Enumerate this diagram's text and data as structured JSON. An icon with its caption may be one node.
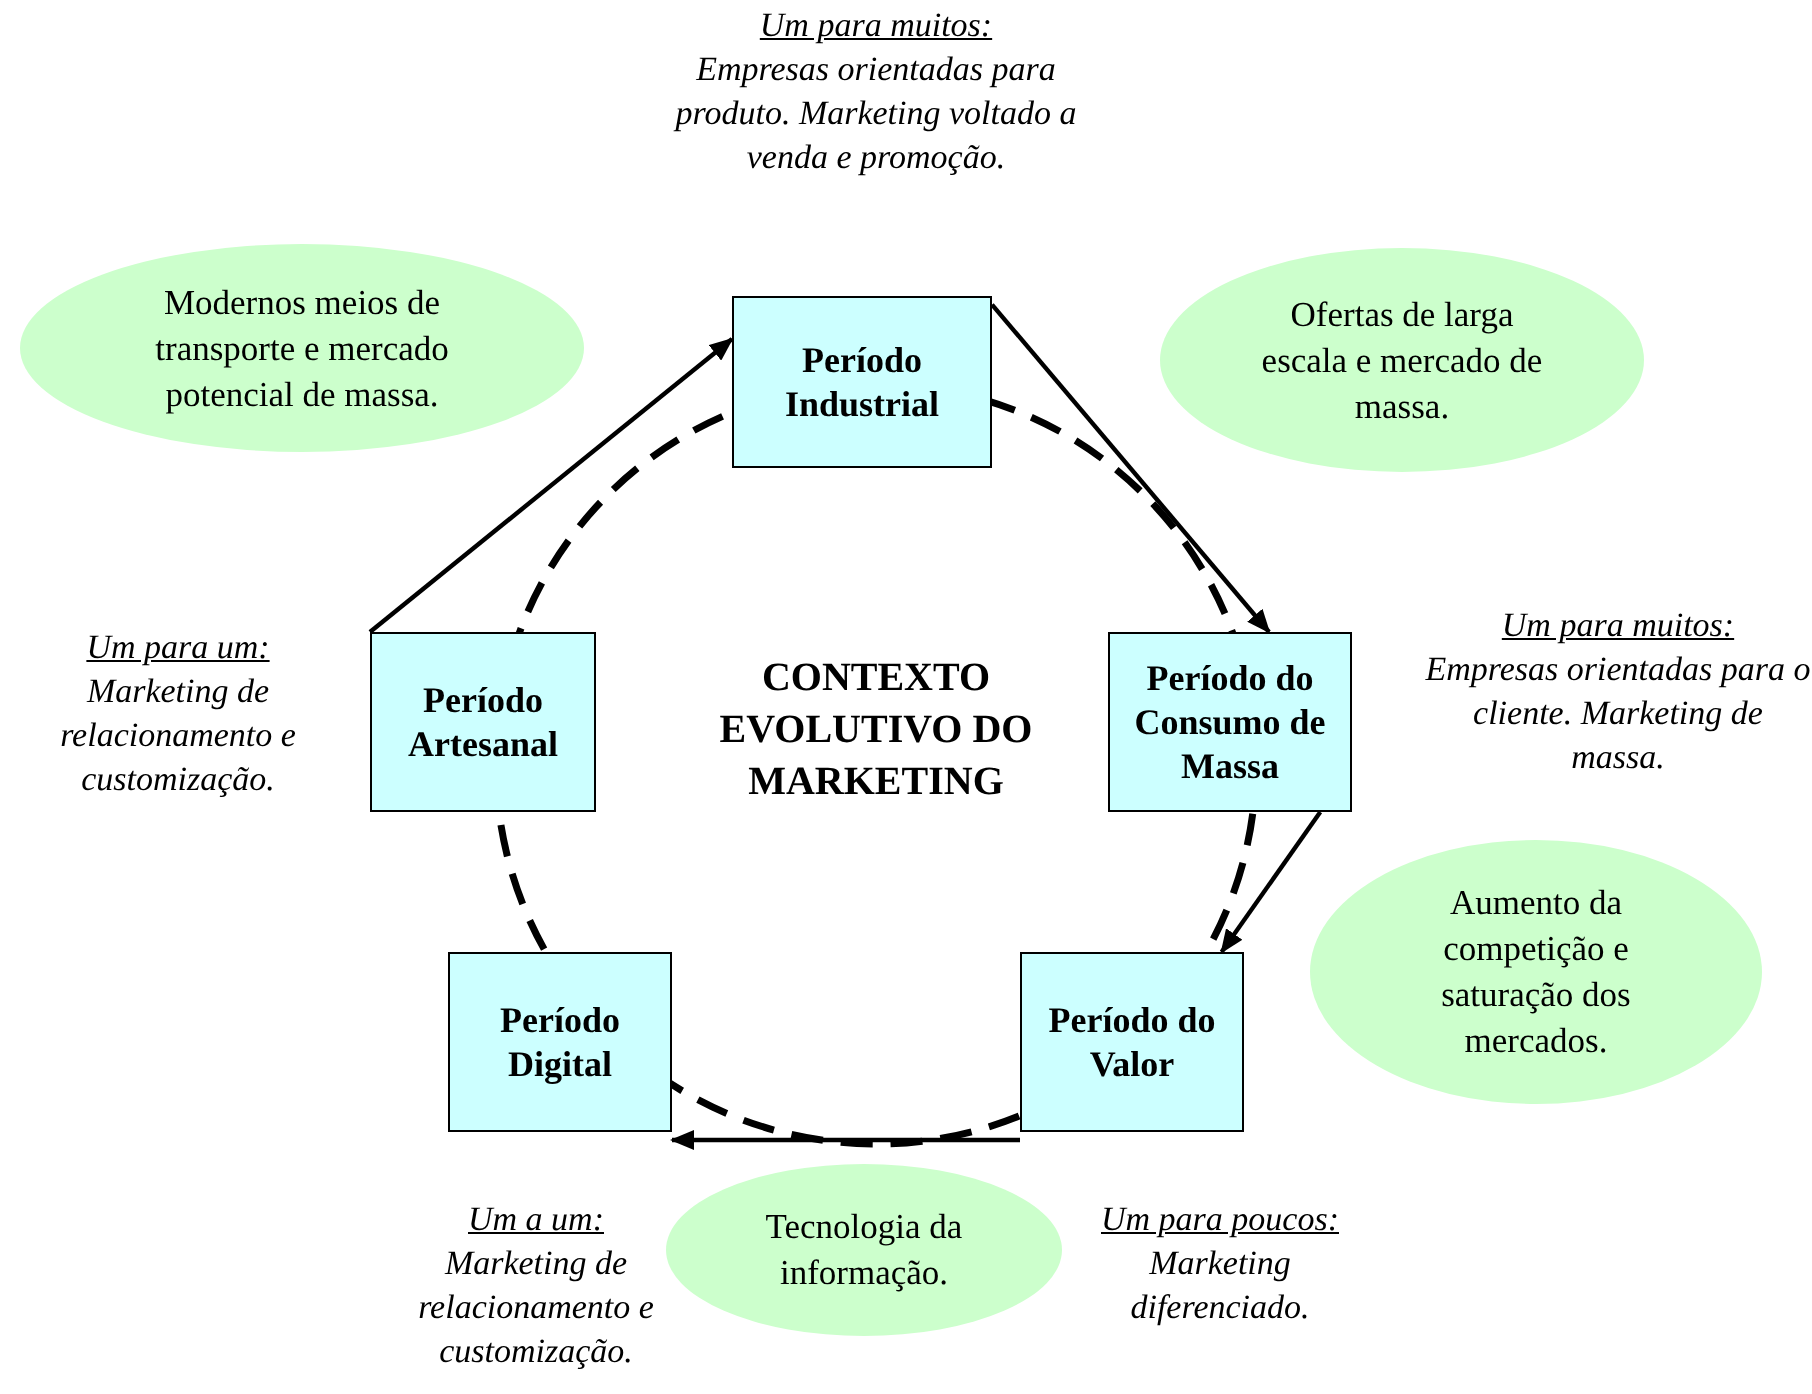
{
  "diagram": {
    "nodes": [
      {
        "text": [
          "Período Industrial"
        ],
        "beside": [
          "Um para muitos:",
          "Empresas orientadas para produto. Marketing voltado a venda e promoção."
        ]
      },
      {
        "text": [
          "Período do Consumo de Massa"
        ],
        "beside": [
          "Um para muitos:",
          "Empresas orientadas para o cliente. Marketing de massa."
        ]
      },
      {
        "text": [
          "Período do Valor"
        ],
        "beside": [
          "Um para poucos:",
          "Marketing diferenciado."
        ]
      },
      {
        "text": [
          "Período Digital"
        ],
        "beside": [
          "Um a um:",
          "Marketing de relacionamento e customização."
        ]
      },
      {
        "text": [
          "Período Artesanal"
        ],
        "beside": [
          "Um para um:",
          "Marketing de relacionamento e customização."
        ]
      },
      {
        "text": [
          "Modernos meios de transporte e mercado potencial de massa."
        ]
      },
      {
        "text": [
          "Ofertas de larga escala e mercado de massa."
        ]
      },
      {
        "text": [
          "Aumento da competição e saturação dos mercados."
        ]
      },
      {
        "text": [
          "Tecnologia da informação."
        ]
      }
    ],
    "edges": [
      {
        "from": 4,
        "to": 0,
        "arrow": "to"
      },
      {
        "from": 0,
        "to": 1,
        "arrow": "to"
      },
      {
        "from": 1,
        "to": 2,
        "arrow": "to"
      },
      {
        "from": 2,
        "to": 3,
        "arrow": "to"
      }
    ],
    "labels": [
      "CONTEXTO EVOLUTIVO DO MARKETING"
    ]
  }
}
